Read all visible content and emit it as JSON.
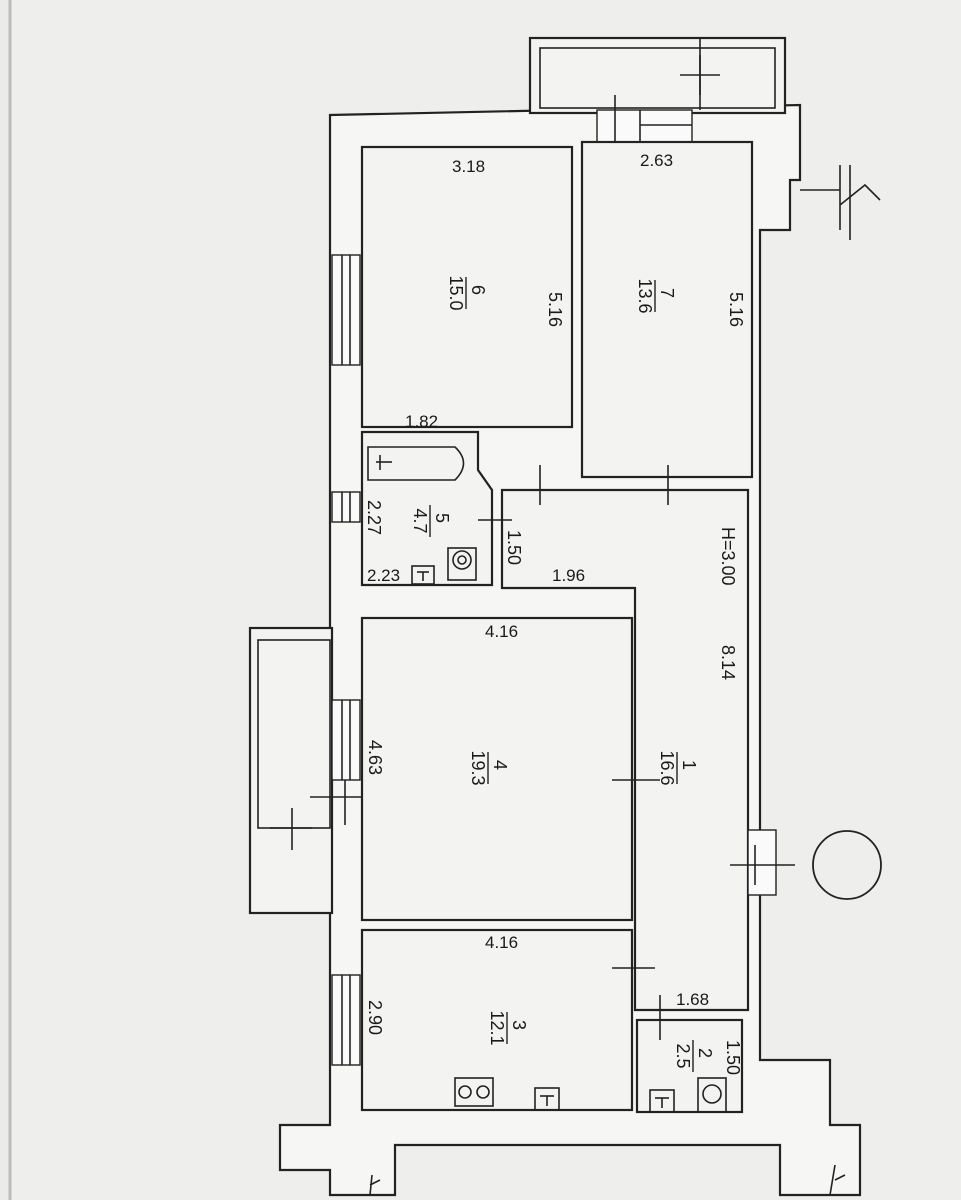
{
  "rooms": [
    {
      "id": "r6",
      "number": "6",
      "area": "15.0"
    },
    {
      "id": "r7",
      "number": "7",
      "area": "13.6"
    },
    {
      "id": "r5",
      "number": "5",
      "area": "4.7"
    },
    {
      "id": "r4",
      "number": "4",
      "area": "19.3"
    },
    {
      "id": "r1",
      "number": "1",
      "area": "16.6"
    },
    {
      "id": "r3",
      "number": "3",
      "area": "12.1"
    },
    {
      "id": "r2",
      "number": "2",
      "area": "2.5"
    }
  ],
  "dimensions": {
    "d318": "3.18",
    "d263": "2.63",
    "d516a": "5.16",
    "d516b": "5.16",
    "d182": "1.82",
    "d227": "2.27",
    "d150a": "1.50",
    "d223": "2.23",
    "d196": "1.96",
    "d300": "H=3.00",
    "d814": "8.14",
    "d416a": "4.16",
    "d463": "4.63",
    "d416b": "4.16",
    "d290": "2.90",
    "d168": "1.68",
    "d150b": "1.50"
  },
  "colors": {
    "paper": "#ebebe9",
    "line": "#222222"
  }
}
